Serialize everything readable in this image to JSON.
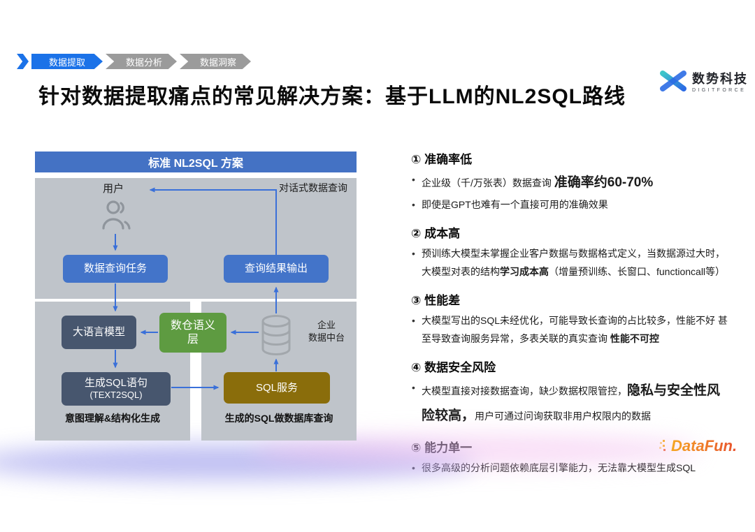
{
  "breadcrumb": {
    "items": [
      {
        "label": "数据提取",
        "active": true
      },
      {
        "label": "数据分析",
        "active": false
      },
      {
        "label": "数据洞察",
        "active": false
      }
    ]
  },
  "title": "针对数据提取痛点的常见解决方案：基于LLM的NL2SQL路线",
  "logo": {
    "brand": "数势科技",
    "sub": "DIGITFORCE"
  },
  "diagram": {
    "header": "标准 NL2SQL 方案",
    "user_label": "用户",
    "dialog_label": "对话式数据查询",
    "task": "数据查询任务",
    "result": "查询结果输出",
    "llm": "大语言模型",
    "semantic_line1": "数仓语义",
    "semantic_line2": "层",
    "sqlgen_line1": "生成SQL语句",
    "sqlgen_line2": "(TEXT2SQL)",
    "service": "SQL服务",
    "enterprise_line1": "企业",
    "enterprise_line2": "数据中台",
    "caption_left": "意图理解&结构化生成",
    "caption_right": "生成的SQL做数据库查询",
    "icons": {
      "user": "user-group-icon",
      "database": "database-cylinder-icon"
    }
  },
  "issues": [
    {
      "num": "①",
      "title": "准确率低",
      "bullets": [
        [
          "企业级（千/万张表）数据查询 ",
          "准确率约60-70%"
        ],
        [
          "即使是GPT也难有一个直接可用的准确效果"
        ]
      ]
    },
    {
      "num": "②",
      "title": "成本高",
      "bullets": [
        [
          "预训练大模型未掌握企业客户数据与数据格式定义，当数据源过大时，大模型对表的结构",
          "学习成本高",
          "（增量预训练、长窗口、functioncall等）"
        ]
      ]
    },
    {
      "num": "③",
      "title": "性能差",
      "bullets": [
        [
          "大模型写出的SQL未经优化，可能导致长查询的占比较多，性能不好 甚至导致查询服务异常，多表关联的真实查询 ",
          "性能不可控"
        ]
      ]
    },
    {
      "num": "④",
      "title": "数据安全风险",
      "bullets": [
        [
          "大模型直接对接数据查询，缺少数据权限管控，",
          "隐私与安全性风险较高，",
          "用户可通过问询获取非用户权限内的数据"
        ]
      ]
    },
    {
      "num": "⑤",
      "title": "能力单一",
      "bullets": [
        [
          "很多高级的分析问题依赖底层引擎能力，无法靠大模型生成SQL"
        ]
      ]
    }
  ],
  "footer": {
    "datafun": "DataFun."
  },
  "ui": {
    "bullet": "•"
  },
  "colors": {
    "breadcrumb_active": "#1B72E8",
    "breadcrumb_inactive": "#9B9B9B",
    "header_blue": "#4472C4",
    "flow_blue": "#4374C9",
    "dark_slate": "#47566E",
    "green": "#5E9B41",
    "gold": "#8A6D0B",
    "arrow_blue": "#3A70D9",
    "panel_gray": "#BFC4CA",
    "datafun_orange_start": "#F5A623",
    "datafun_orange_end": "#E8512E"
  }
}
